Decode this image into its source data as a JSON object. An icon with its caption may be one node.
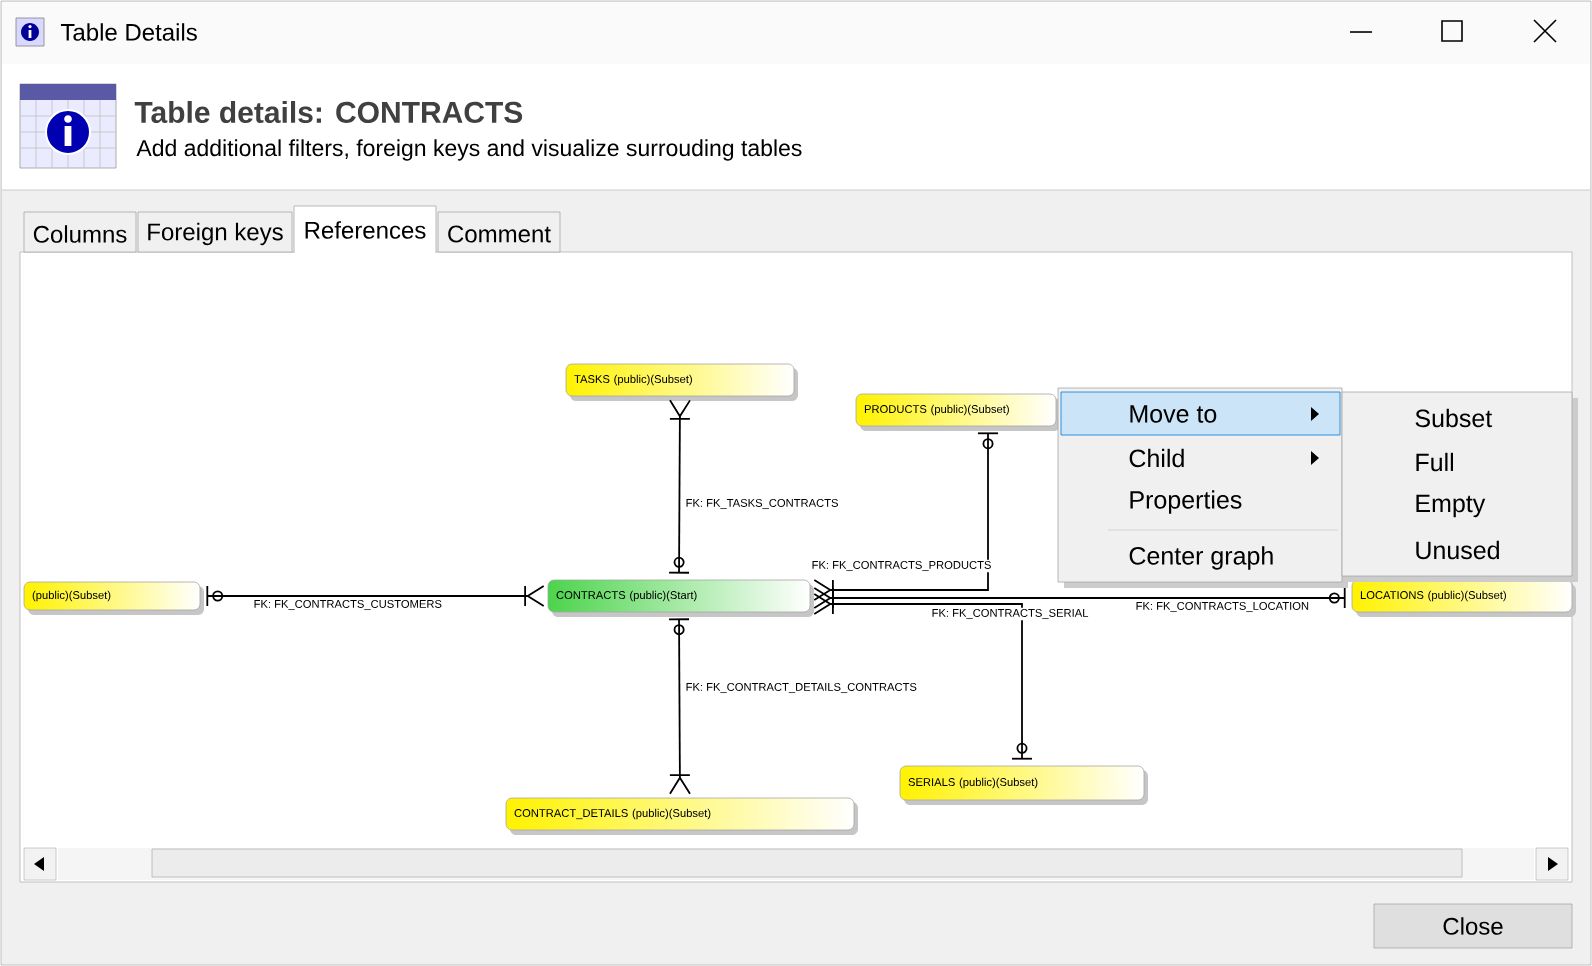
{
  "diagram": {
    "title": "Table details:  CONTRACTS",
    "nodes": [
      {
        "text": [
          "(public)(Subset)"
        ]
      },
      {
        "text": [
          "TASKS (public)(Subset)"
        ]
      },
      {
        "text": [
          "PRODUCTS (public)(Subset)"
        ]
      },
      {
        "text": [
          "CONTRACTS (public)(Start)"
        ]
      },
      {
        "text": [
          "LOCATIONS (public)(Subset)"
        ]
      },
      {
        "text": [
          "CONTRACT_DETAILS (public)(Subset)"
        ]
      },
      {
        "text": [
          "SERIALS (public)(Subset)"
        ]
      }
    ],
    "edges": [
      {
        "from": 3,
        "to": 0,
        "arrow": "other",
        "label": "FK: FK_CONTRACTS_CUSTOMERS"
      },
      {
        "from": 1,
        "to": 3,
        "arrow": "other",
        "label": "FK: FK_TASKS_CONTRACTS"
      },
      {
        "from": 3,
        "to": 2,
        "arrow": "other",
        "label": "FK: FK_CONTRACTS_PRODUCTS"
      },
      {
        "from": 3,
        "to": 6,
        "arrow": "other",
        "label": "FK: FK_CONTRACTS_SERIAL"
      },
      {
        "from": 3,
        "to": 4,
        "arrow": "other",
        "label": "FK: FK_CONTRACTS_LOCATION"
      },
      {
        "from": 5,
        "to": 3,
        "arrow": "other",
        "label": "FK: FK_CONTRACT_DETAILS_CONTRACTS"
      }
    ],
    "labels": [
      "Table Details",
      "Add additional filters, foreign keys and visualize surrouding tables",
      "Columns",
      "Foreign keys",
      "References",
      "Comment",
      "Move to",
      "Child",
      "Properties",
      "Center graph",
      "Subset",
      "Full",
      "Empty",
      "Unused",
      "Close"
    ]
  }
}
